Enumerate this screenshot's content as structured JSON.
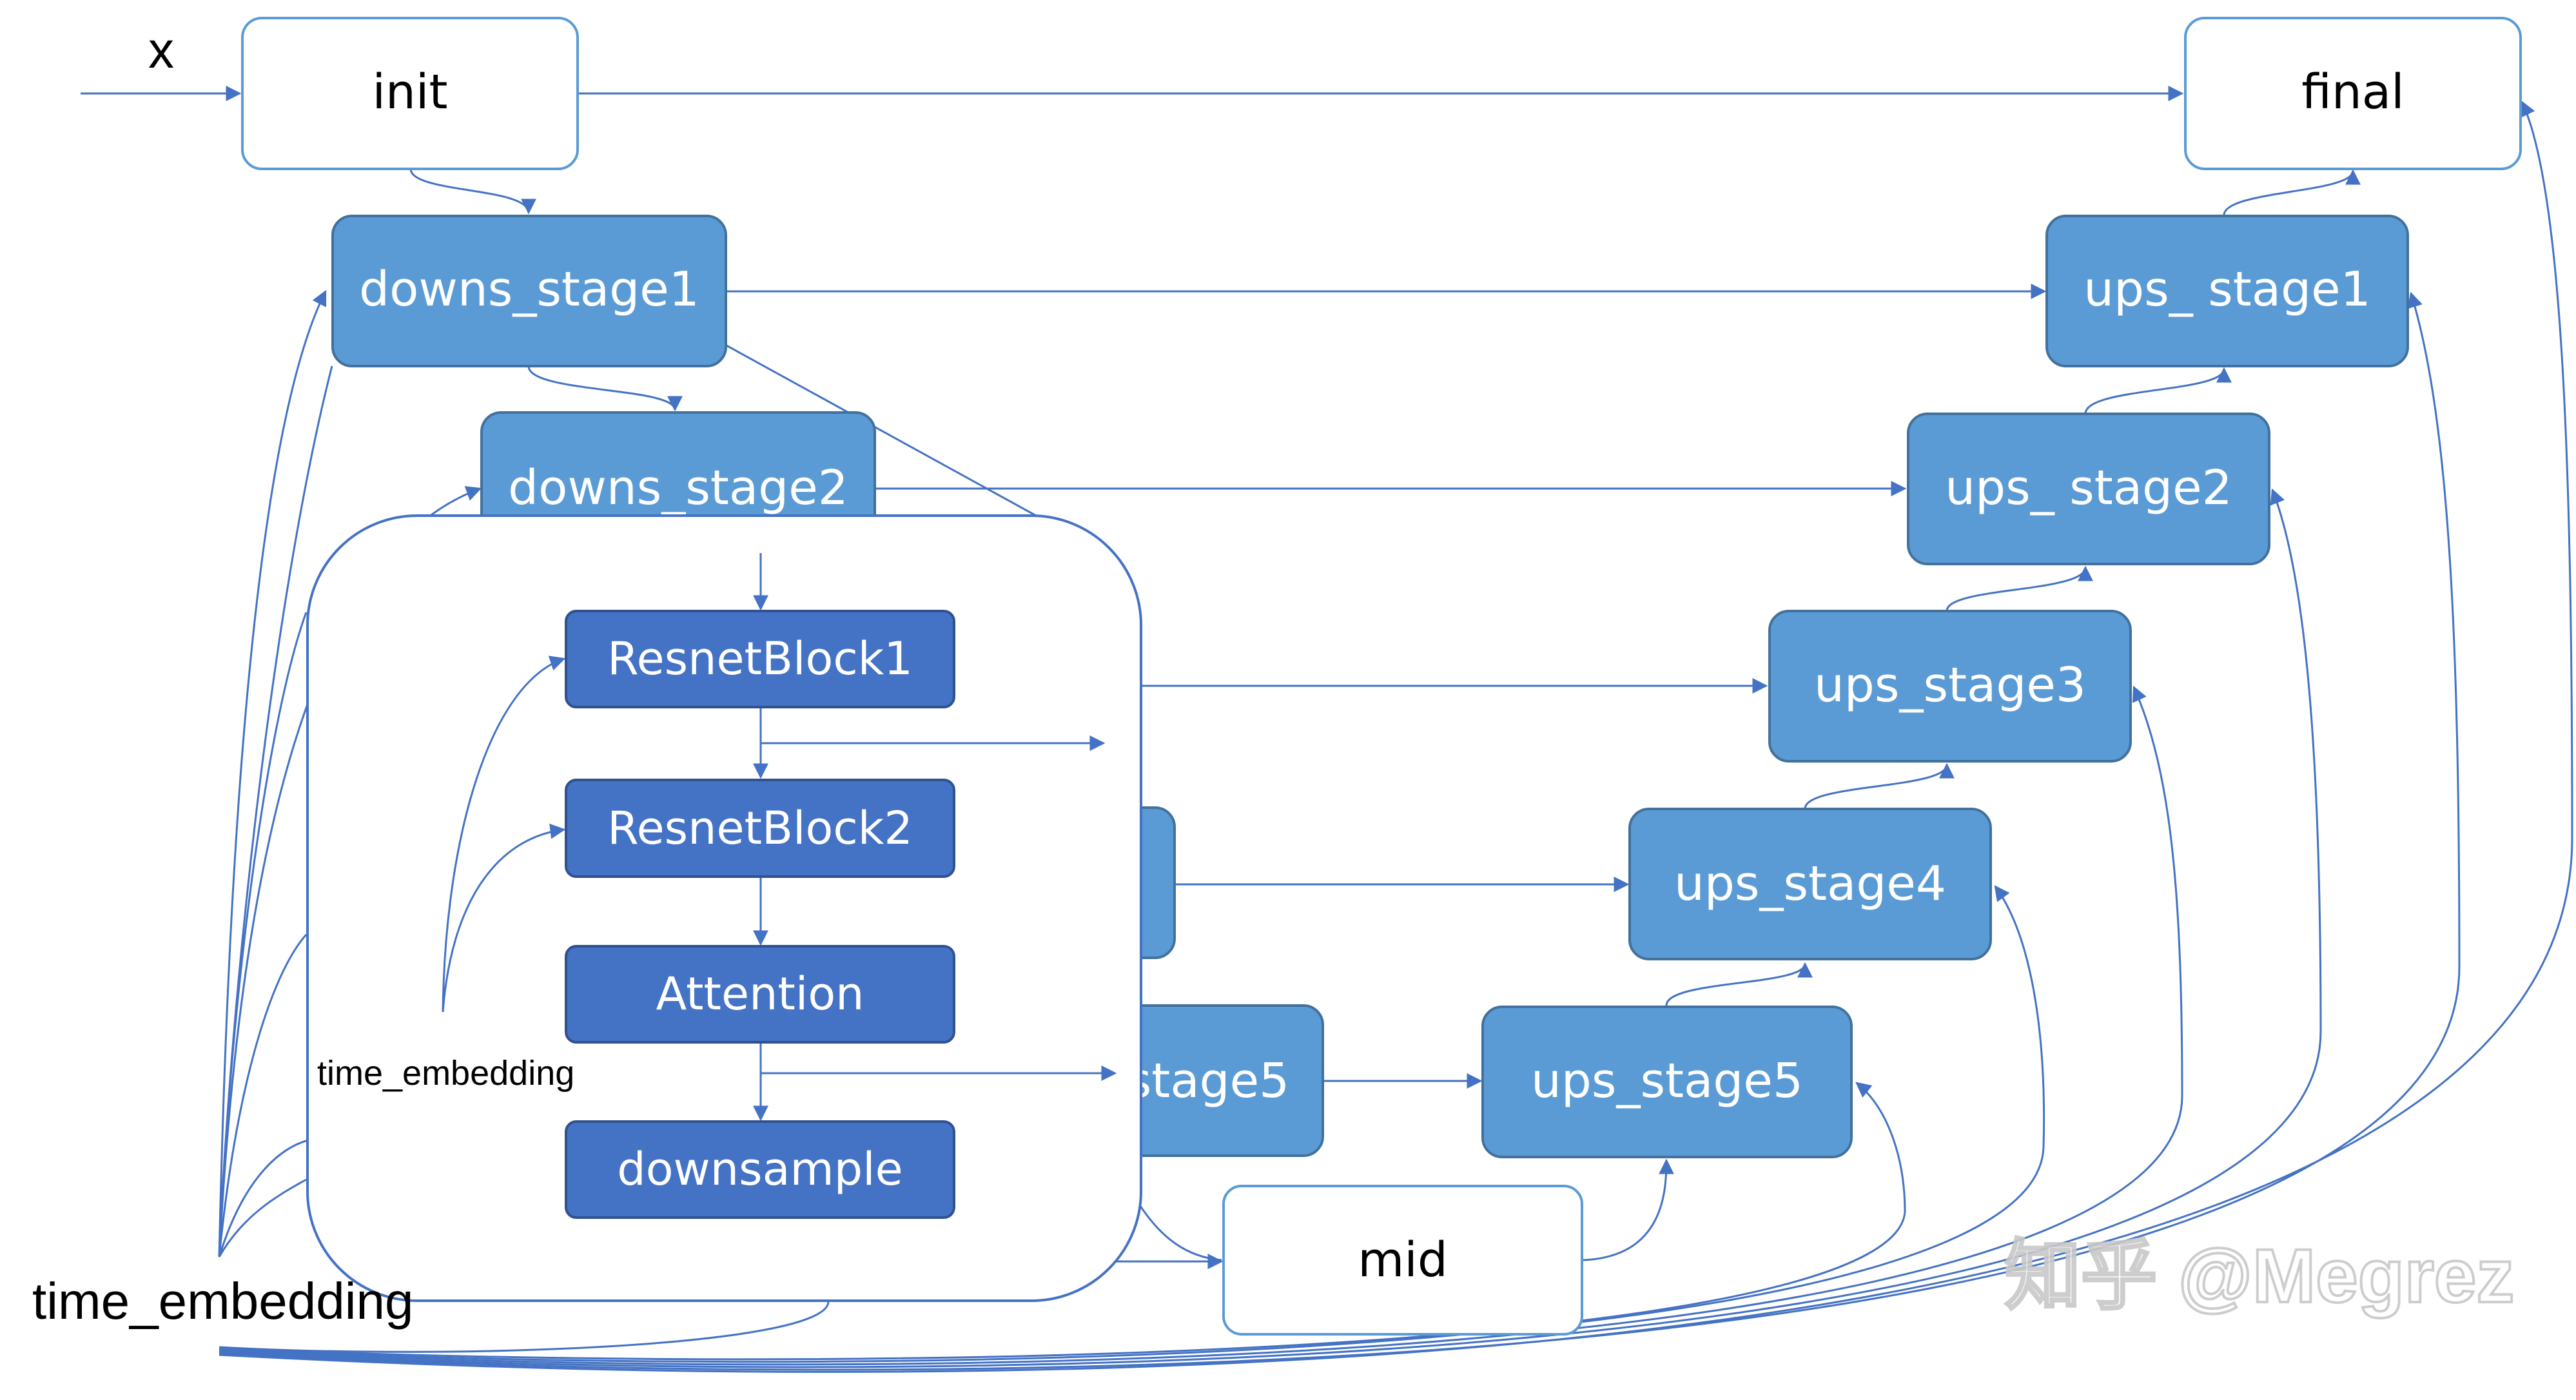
{
  "diagram": {
    "input_label": "x",
    "time_embedding_label": "time_embedding",
    "inner_time_embedding_label": "time_embedding",
    "watermark": "知乎 @Megrez",
    "nodes": {
      "init": "init",
      "final": "final",
      "downs_stage1": "downs_stage1",
      "downs_stage2": "downs_stage2",
      "downs_stage5_partial": "stage5",
      "mid": "mid",
      "ups_stage1": "ups_ stage1",
      "ups_stage2": "ups_ stage2",
      "ups_stage3": "ups_stage3",
      "ups_stage4": "ups_stage4",
      "ups_stage5": "ups_stage5"
    },
    "inset_blocks": {
      "resnet1": "ResnetBlock1",
      "resnet2": "ResnetBlock2",
      "attention": "Attention",
      "downsample": "downsample"
    },
    "colors": {
      "line": "#4472c4",
      "stage_fill": "#5b9bd5",
      "stage_stroke": "#41719c",
      "inset_block_fill": "#4472c4",
      "inset_block_stroke": "#2f528f",
      "white_box_stroke": "#5b9bd5",
      "watermark": "#c8c8c8"
    }
  }
}
